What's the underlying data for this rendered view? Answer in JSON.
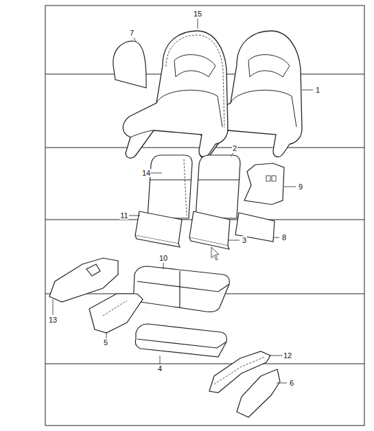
{
  "diagram": {
    "labels": [
      "15",
      "7",
      "1",
      "2",
      "14",
      "9",
      "11",
      "3",
      "8",
      "10",
      "13",
      "5",
      "4",
      "12",
      "6"
    ]
  }
}
